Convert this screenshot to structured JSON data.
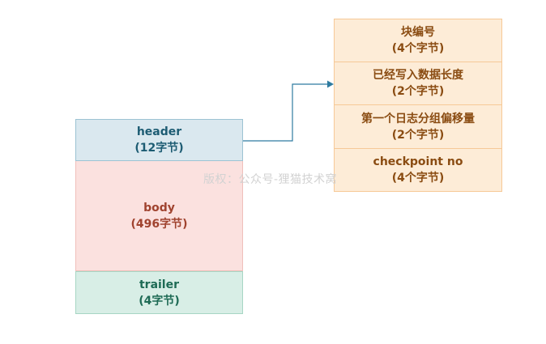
{
  "left_block": {
    "header": {
      "name": "header",
      "size": "(12字节)"
    },
    "body": {
      "name": "body",
      "size": "(496字节)"
    },
    "trailer": {
      "name": "trailer",
      "size": "(4字节)"
    }
  },
  "right_block": {
    "fields": [
      {
        "name": "块编号",
        "size": "(4个字节)"
      },
      {
        "name": "已经写入数据长度",
        "size": "(2个字节)"
      },
      {
        "name": "第一个日志分组偏移量",
        "size": "(2个字节)"
      },
      {
        "name": "checkpoint no",
        "size": "(4个字节)"
      }
    ]
  },
  "watermark": "版权：公众号-狸猫技术窝",
  "colors": {
    "connector": "#2e7ba0",
    "header_fill": "#dae8ef",
    "body_fill": "#fbe1df",
    "trailer_fill": "#d8eee6",
    "field_fill": "#fdecd7"
  }
}
